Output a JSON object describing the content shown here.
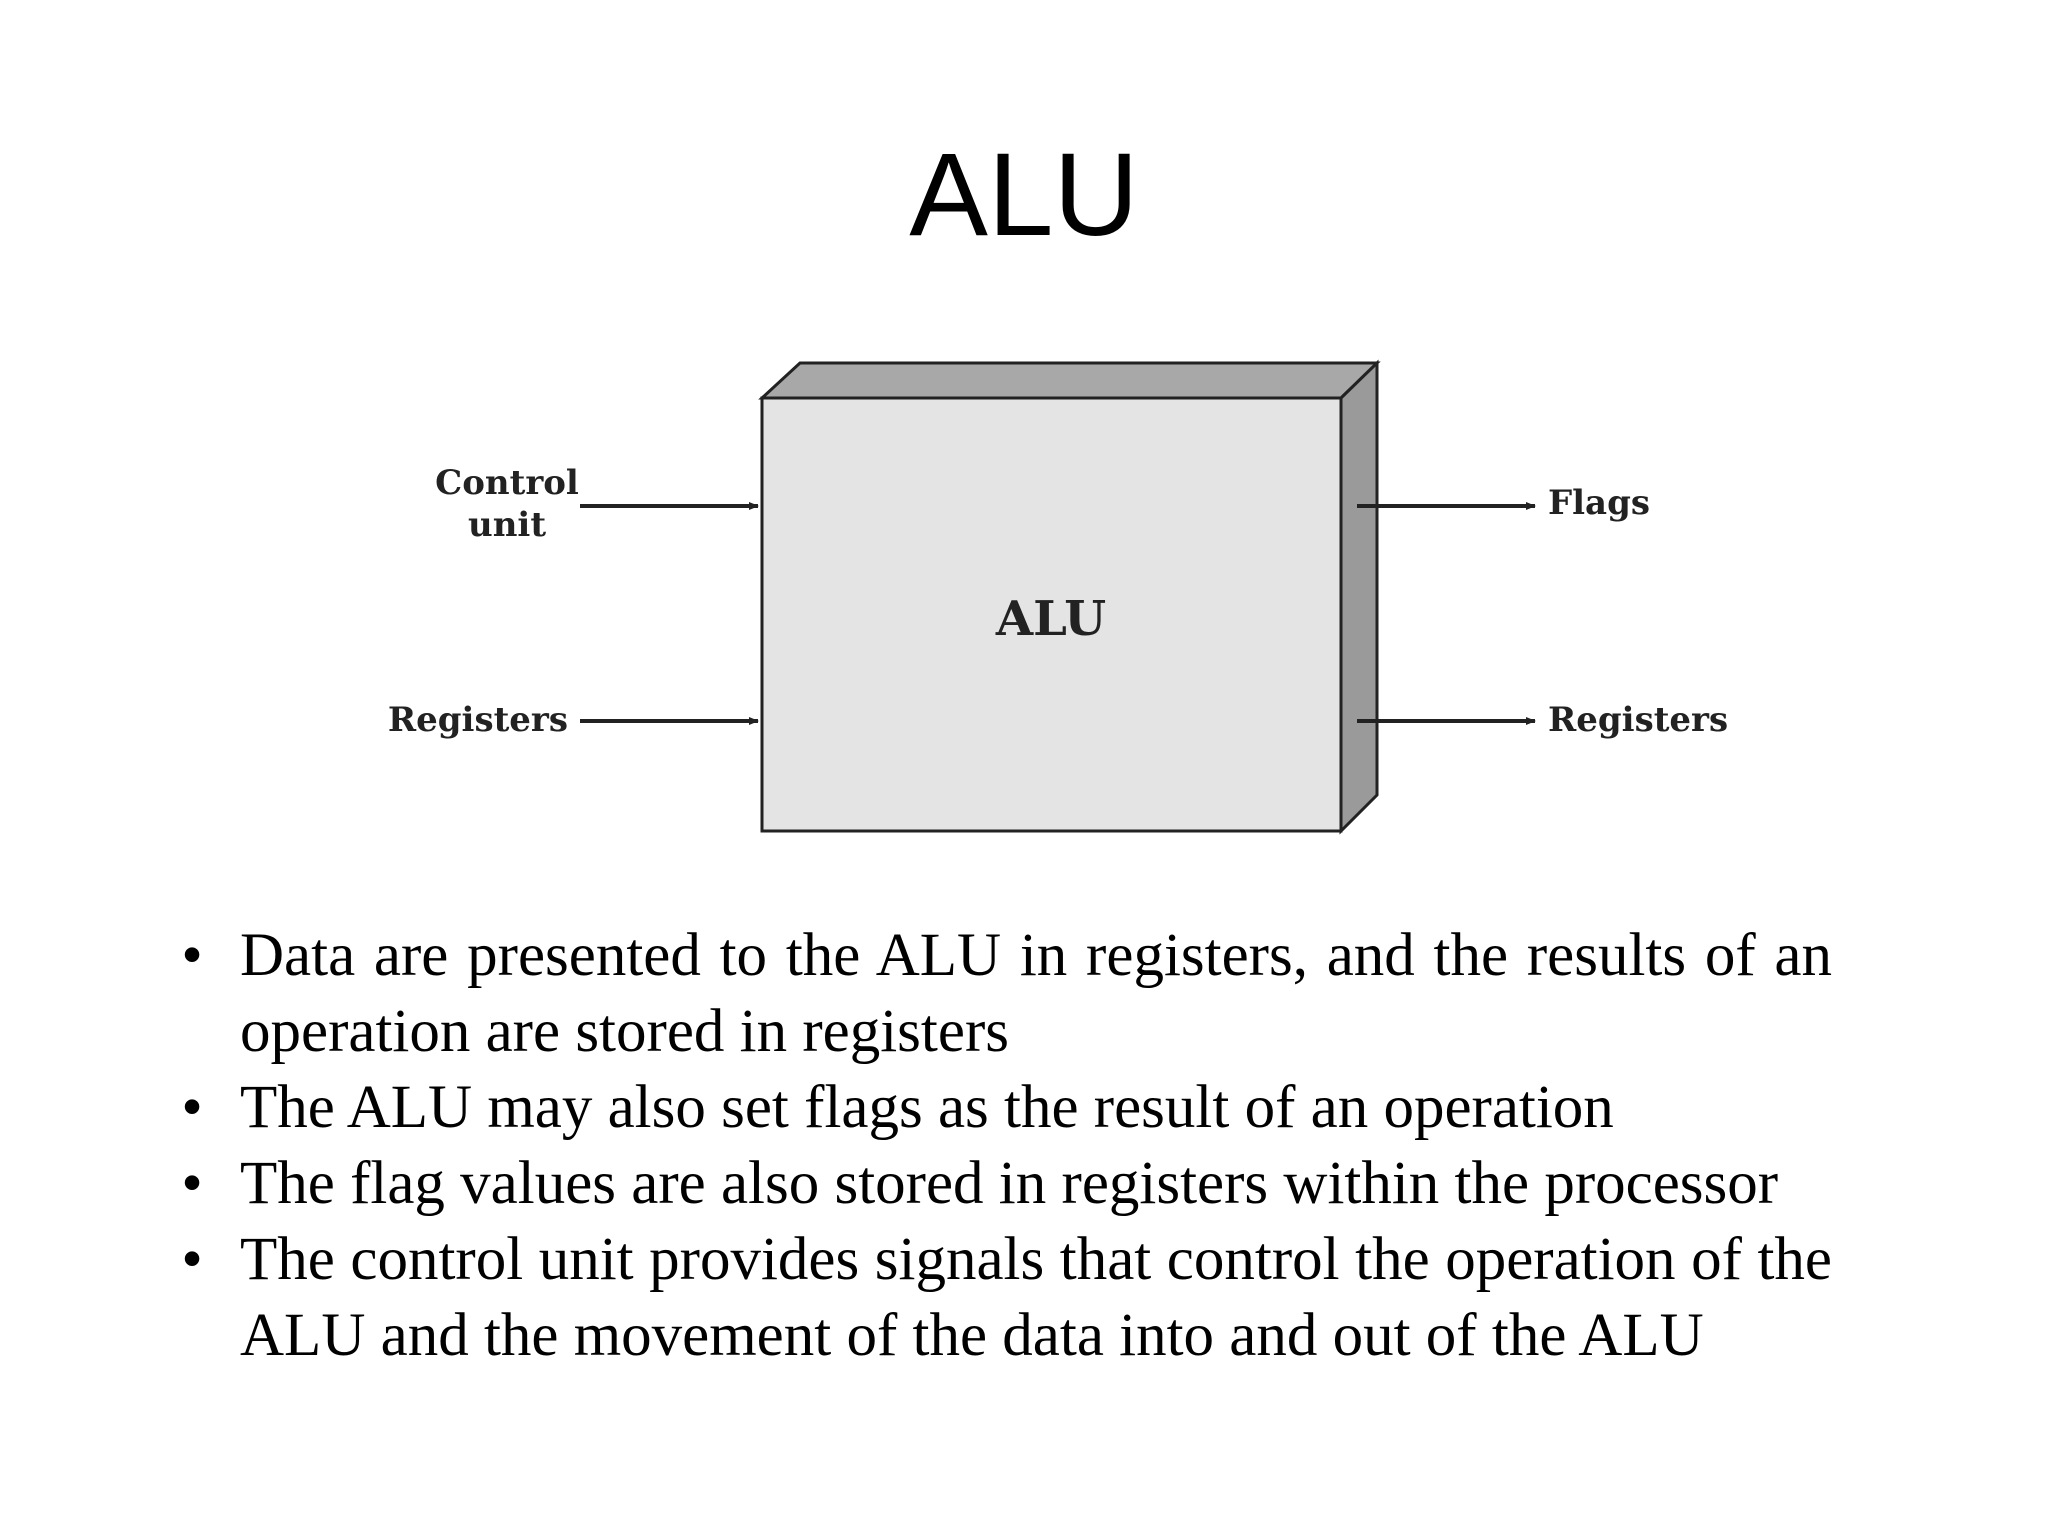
{
  "slide": {
    "title": "ALU"
  },
  "diagram": {
    "box_label": "ALU",
    "inputs": {
      "control_line1": "Control",
      "control_line2": "unit",
      "registers": "Registers"
    },
    "outputs": {
      "flags": "Flags",
      "registers": "Registers"
    },
    "colors": {
      "box_front": "#e4e4e4",
      "box_side": "#9a9a9a",
      "box_top": "#a8a8a8",
      "outline": "#222222"
    }
  },
  "bullets": [
    {
      "marker": "•",
      "text": "Data are presented to the ALU in registers, and the results of an operation are stored in registers"
    },
    {
      "marker": "•",
      "text": "The ALU may also set flags as the result of an operation"
    },
    {
      "marker": "•",
      "text": "The flag values are also stored in registers within the processor"
    },
    {
      "marker": "•",
      "text": "The control unit provides signals that control the operation of the ALU and the movement of the data into and out of the ALU"
    }
  ]
}
